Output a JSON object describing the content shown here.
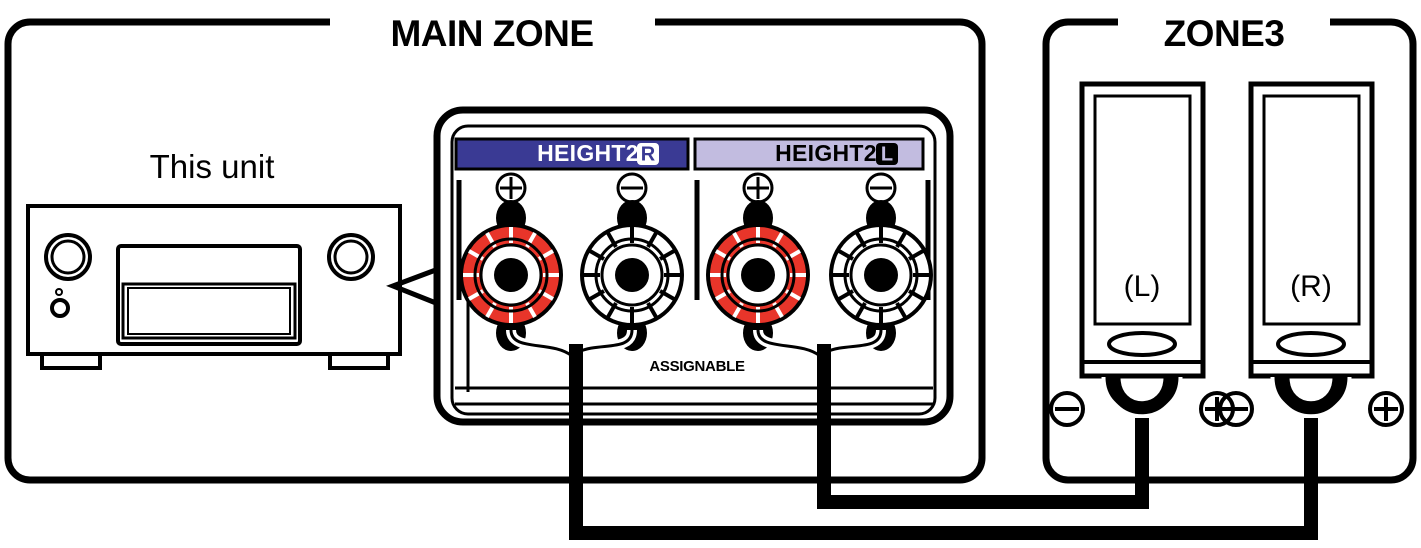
{
  "colors": {
    "stroke": "#000000",
    "background": "#ffffff",
    "terminal_red": "#E8352A",
    "label_navy": "#3A3A94",
    "label_lavender": "#C2BCE0",
    "label_text_light": "#ffffff",
    "label_text_dark": "#000000"
  },
  "zones": {
    "main": {
      "title": "MAIN ZONE"
    },
    "zone3": {
      "title": "ZONE3"
    }
  },
  "receiver": {
    "caption": "This unit"
  },
  "terminal_panel": {
    "assignable_label": "ASSIGNABLE",
    "channels": [
      {
        "label": "HEIGHT2",
        "badge": "R",
        "style": "navy",
        "posts": [
          {
            "polarity": "plus",
            "symbol": "⊕",
            "color": "red"
          },
          {
            "polarity": "minus",
            "symbol": "⊖",
            "color": "white"
          }
        ]
      },
      {
        "label": "HEIGHT2",
        "badge": "L",
        "style": "lavender",
        "posts": [
          {
            "polarity": "plus",
            "symbol": "⊕",
            "color": "red"
          },
          {
            "polarity": "minus",
            "symbol": "⊖",
            "color": "white"
          }
        ]
      }
    ]
  },
  "speakers": [
    {
      "label": "(L)",
      "terminals": [
        {
          "polarity": "minus",
          "symbol": "⊖"
        },
        {
          "polarity": "plus",
          "symbol": "⊕"
        }
      ]
    },
    {
      "label": "(R)",
      "terminals": [
        {
          "polarity": "minus",
          "symbol": "⊖"
        },
        {
          "polarity": "plus",
          "symbol": "⊕"
        }
      ]
    }
  ]
}
